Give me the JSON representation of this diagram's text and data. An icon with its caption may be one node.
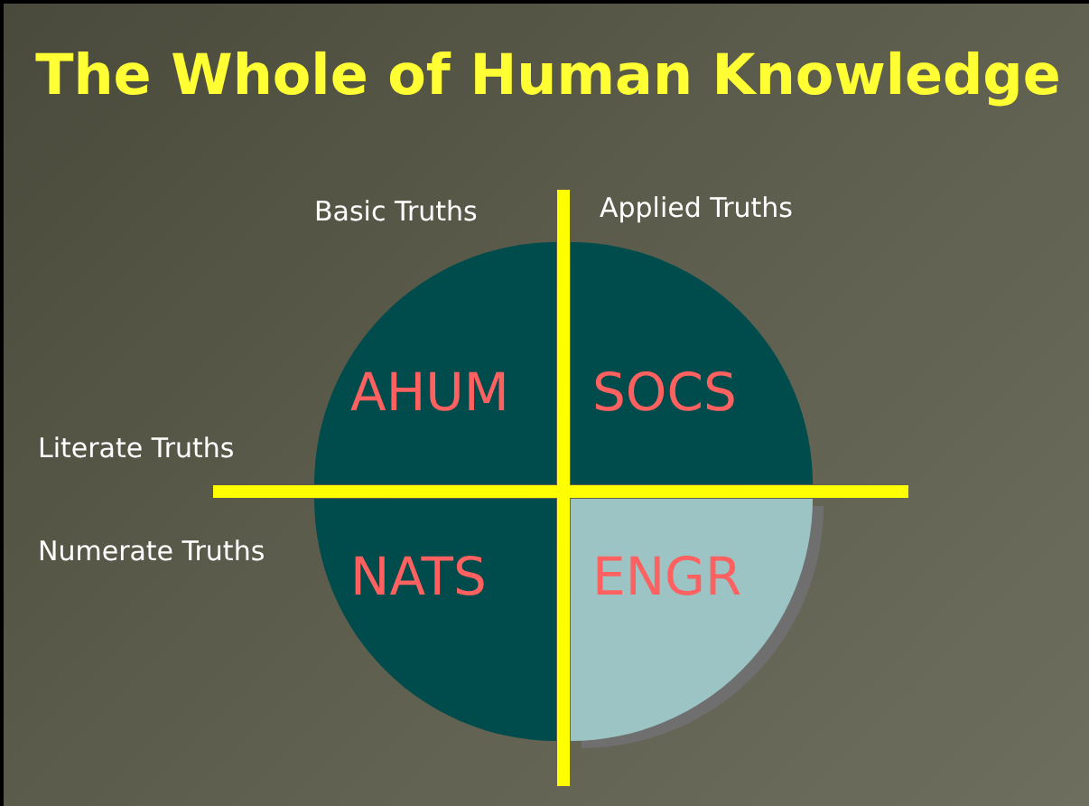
{
  "diagram": {
    "title": "The Whole of Human Knowledge",
    "nodes": [
      {
        "text": [
          "AHUM"
        ]
      },
      {
        "text": [
          "SOCS"
        ]
      },
      {
        "text": [
          "NATS"
        ]
      },
      {
        "text": [
          "ENGR"
        ]
      }
    ],
    "labels": [
      "Basic Truths",
      "Applied Truths",
      "Literate Truths",
      "Numerate Truths"
    ]
  }
}
